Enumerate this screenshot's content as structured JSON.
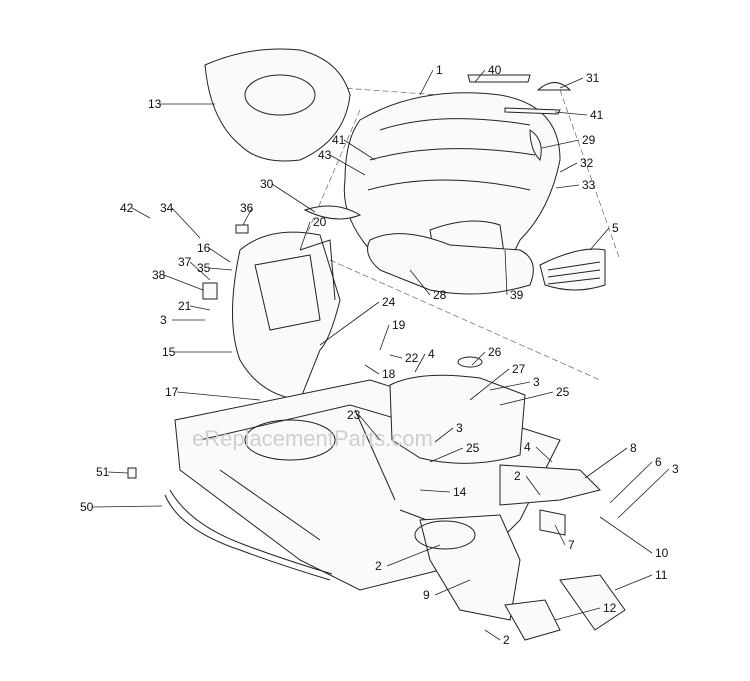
{
  "watermark": "eReplacementParts.com",
  "callouts": [
    "1",
    "40",
    "31",
    "13",
    "41",
    "29",
    "41",
    "43",
    "32",
    "33",
    "30",
    "42",
    "34",
    "36",
    "20",
    "5",
    "16",
    "37",
    "35",
    "38",
    "28",
    "39",
    "21",
    "3",
    "24",
    "19",
    "15",
    "4",
    "26",
    "22",
    "18",
    "27",
    "3",
    "25",
    "17",
    "23",
    "3",
    "25",
    "4",
    "8",
    "2",
    "6",
    "3",
    "51",
    "14",
    "50",
    "7",
    "10",
    "2",
    "11",
    "9",
    "12",
    "2"
  ]
}
